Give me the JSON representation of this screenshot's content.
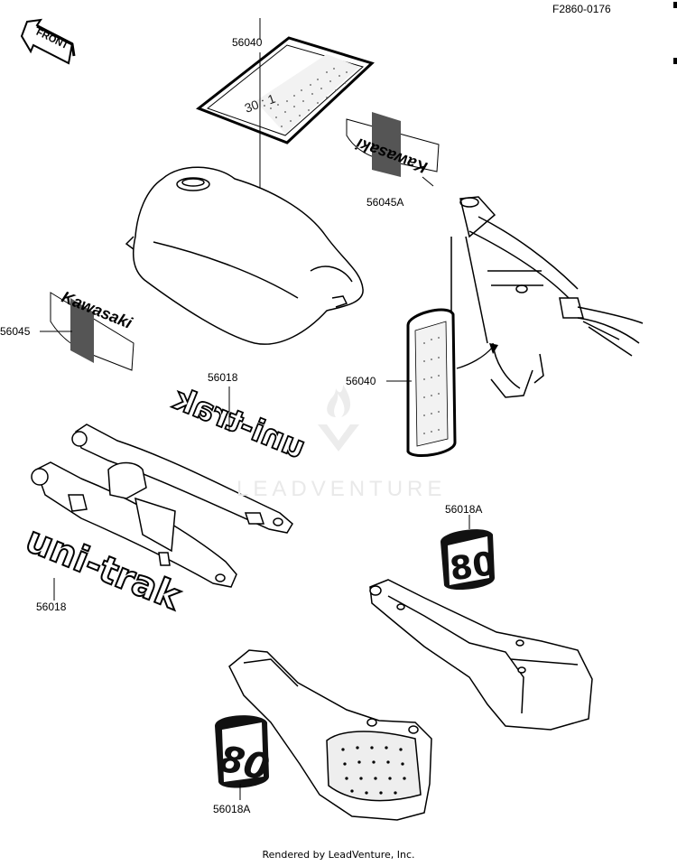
{
  "figure_code": "F2860-0176",
  "front_arrow_text": "FRONT",
  "part_labels": {
    "tank_decal_top": "56040",
    "tank_emblem_right": "56045A",
    "tank_emblem_left": "56045",
    "frame_decal": "56040",
    "swingarm_decal_upper": "56018",
    "swingarm_decal_lower": "56018",
    "number_plate_upper": "56018A",
    "number_plate_lower": "56018A"
  },
  "decal_texts": {
    "ratio": "30 : 1",
    "brand": "Kawasaki",
    "unitrak": "uni-trak",
    "number": "80"
  },
  "watermark": "LEADVENTURE",
  "footer": "Rendered by LeadVenture, Inc."
}
